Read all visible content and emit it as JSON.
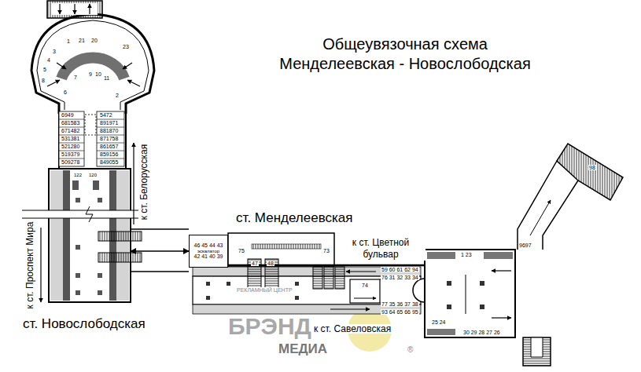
{
  "diagram": {
    "title": "Общеувязочная схема Менделеевская - Новослободская",
    "nodes": [
      {
        "text": [
          "ст. Новослободская"
        ]
      },
      {
        "text": [
          "ст. Менделеевская"
        ]
      },
      {
        "text": [
          "46 45 44 43",
          "эскалатор",
          "42 41 40 39"
        ]
      },
      {
        "text": [
          "1 23",
          "25 24",
          "30 29 28 27 26"
        ]
      }
    ],
    "edges": [
      {
        "from": 0,
        "to": 2,
        "arrow": "both"
      }
    ],
    "labels": [
      "1",
      "21",
      "20",
      "23",
      "3",
      "4",
      "5",
      "8",
      "7",
      "9",
      "10",
      "11",
      "6",
      "2",
      "6949",
      "681583",
      "671482",
      "531381",
      "521280",
      "519379",
      "509278",
      "5472",
      "891971",
      "881870",
      "871758",
      "861657",
      "859156",
      "849055",
      "122",
      "120",
      "к ст. Белорусская",
      "к ст. Проспект Мира",
      "75",
      "73",
      "47",
      "48",
      "к ст. Цветной бульвар",
      "74",
      "59 60 61 62 94",
      "76 31 32 33 34",
      "77 35 36 37 38",
      "93 64 65 66 95",
      "9697",
      "98",
      "к ст. Савеловская",
      "РЕКЛАМНЫЙ ЦЕНТР",
      "БРЭНД",
      "МЕДИА",
      "®"
    ]
  }
}
